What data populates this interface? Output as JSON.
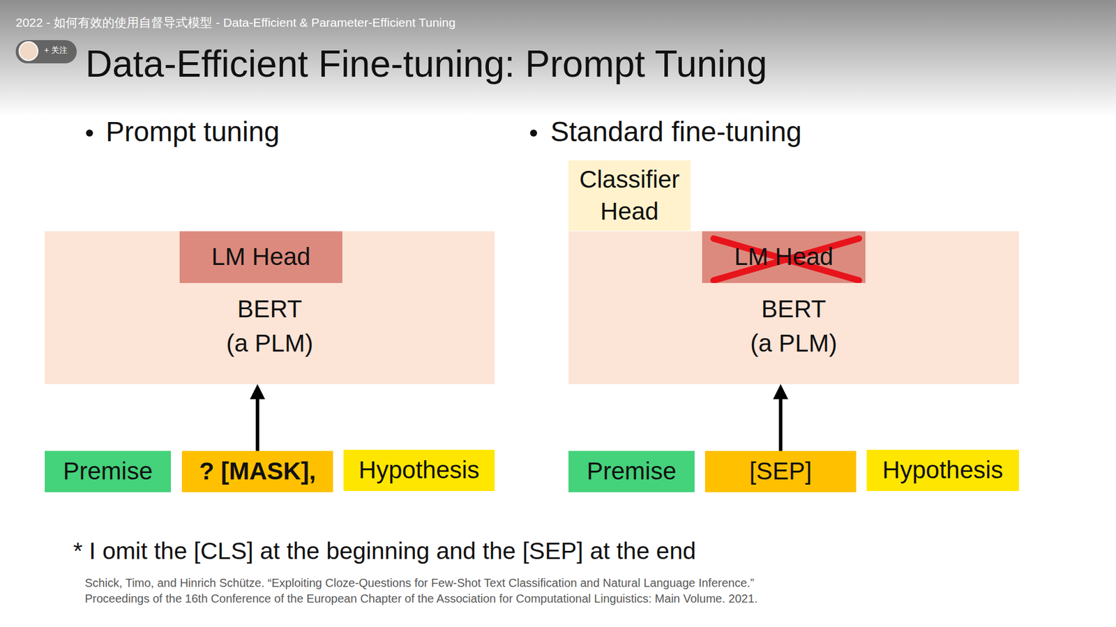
{
  "diagram": {
    "title": "Data-Efficient Fine-tuning: Prompt Tuning",
    "nodes": [
      {
        "text": [
          "BERT (a PLM)"
        ]
      },
      {
        "text": [
          "LM Head"
        ],
        "in": 0
      },
      {
        "text": [
          "Premise"
        ]
      },
      {
        "text": [
          "? [MASK],"
        ]
      },
      {
        "text": [
          "Hypothesis"
        ]
      },
      {
        "text": [
          "Classifier Head"
        ]
      },
      {
        "text": [
          "BERT (a PLM)"
        ]
      },
      {
        "text": [
          "LM Head"
        ],
        "in": 6
      },
      {
        "text": [
          "Premise"
        ]
      },
      {
        "text": [
          "[SEP]"
        ]
      },
      {
        "text": [
          "Hypothesis"
        ]
      }
    ],
    "edges": [
      {
        "from": 3,
        "to": 0,
        "arrow": "to"
      },
      {
        "from": 9,
        "to": 6,
        "arrow": "to"
      }
    ],
    "labels": [
      "2022 - 如何有效的使用自督导式模型 - Data-Efficient & Parameter-Efficient Tuning",
      "+ 关注",
      "Prompt tuning",
      "Standard fine-tuning",
      "* I omit the [CLS] at the beginning and the [SEP] at the end",
      "Schick, Timo, and Hinrich Schütze. “Exploiting Cloze-Questions for Few-Shot Text Classification and Natural Language Inference.” Proceedings of the 16th Conference of the European Chapter of the Association for Computational Linguistics: Main Volume. 2021."
    ]
  }
}
